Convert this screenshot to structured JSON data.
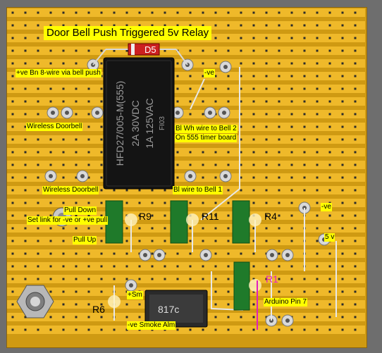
{
  "title": "Door Bell Push Triggered 5v Relay",
  "relay": {
    "model": "HFD27/005-M(555)",
    "rating1": "2A 30VDC",
    "rating2": "1A 125VAC",
    "code": "FI03"
  },
  "components": {
    "d5": "D5",
    "r9": "R9",
    "r11": "R11",
    "r4": "R4",
    "r1": "R1",
    "r6": "R6",
    "opto": "817c"
  },
  "labels": {
    "bell_push": "+ve Bn 8-wire via bell push",
    "minus_ve_top": "-ve",
    "wireless_doorbell_1": "Wireless Doorbell",
    "bl_wh_wire": "Bl Wh wire to Bell 2",
    "on_555": "On 555 timer board",
    "wireless_doorbell_2": "Wireless Doorbell",
    "bl_wire": "Bl wire to Bell 1",
    "pull_down": "Pull Down",
    "set_link": "Set link for -ve or +ve pull",
    "pull_up": "Pull Up",
    "minus_ve_right": "-ve",
    "five_v": "5 v",
    "plus_smoke": "+Sm",
    "arduino_pin": "Arduino Pin 7",
    "minus_ve_smoke": "-ve Smoke Alm"
  },
  "colors": {
    "board": "#cf9a12",
    "strip": "#efb92a",
    "label_bg": "#ffff00",
    "relay_body": "#141414",
    "resistor_board": "#1f7a2a",
    "diode_body": "#cc2020",
    "r1_link": "#e01ec0"
  }
}
